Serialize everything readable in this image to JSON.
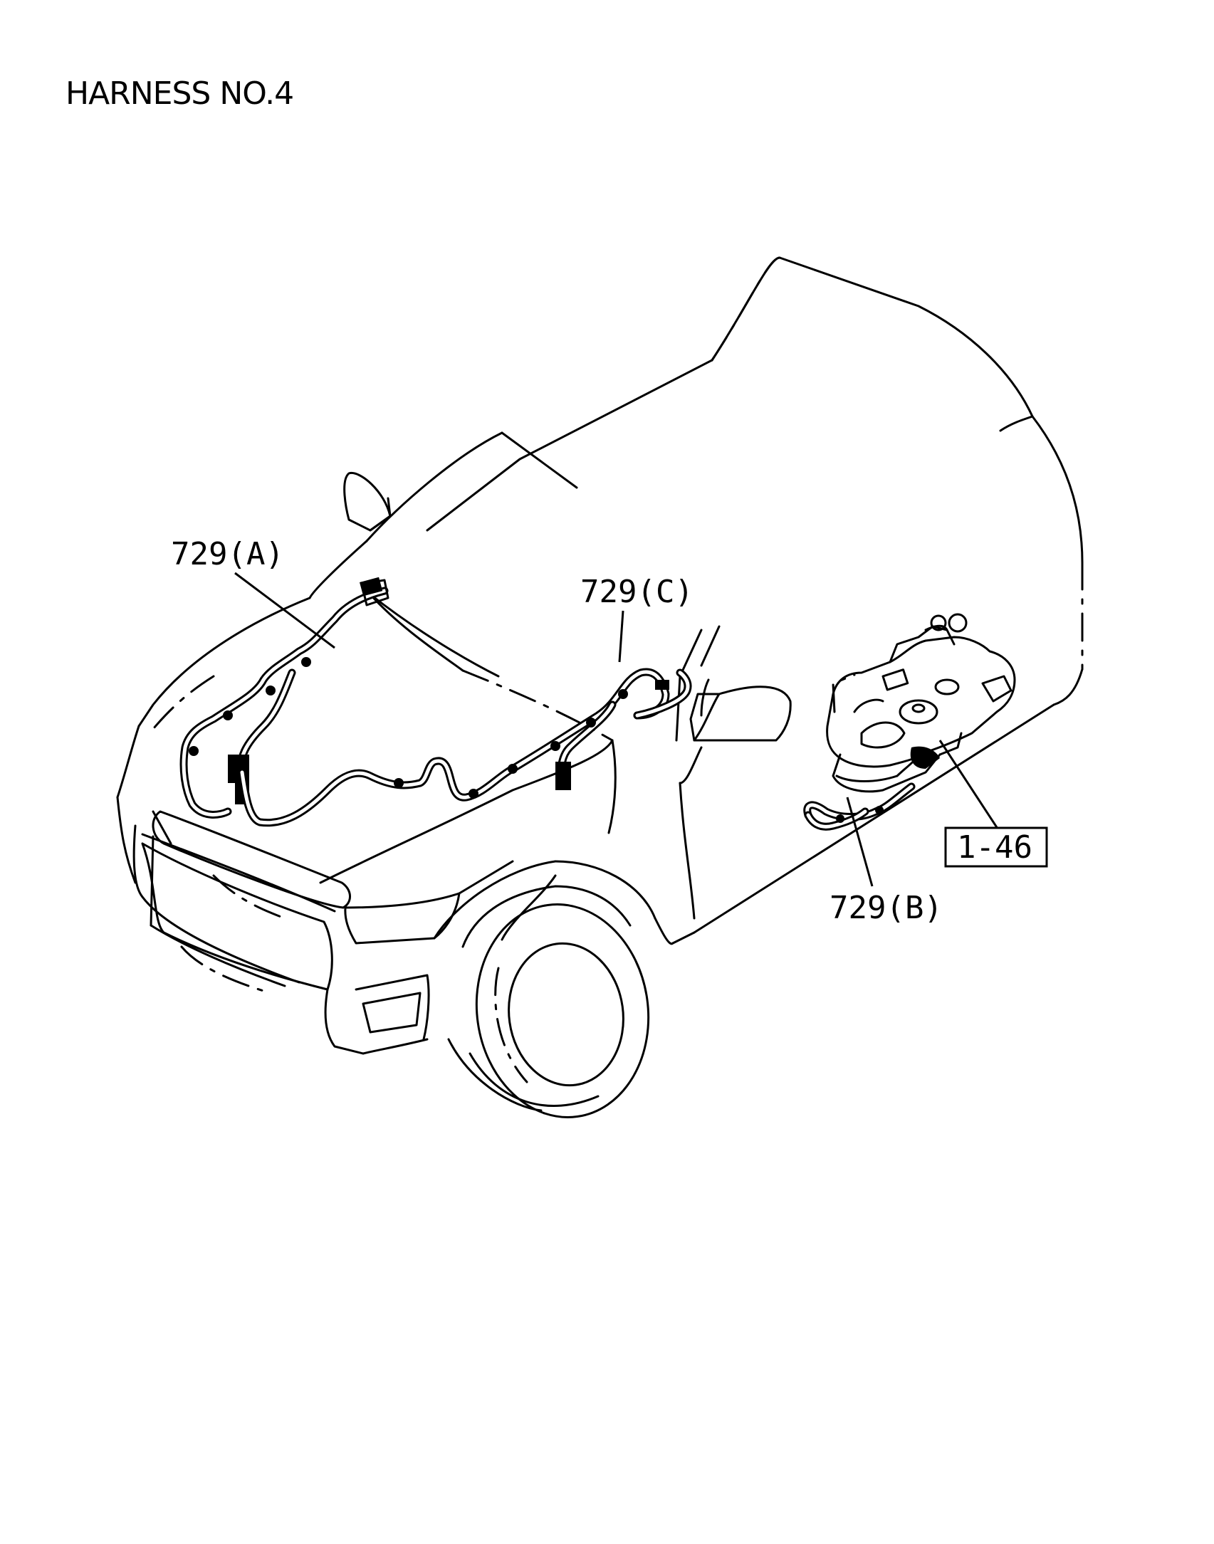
{
  "title": "HARNESS NO.4",
  "callouts": {
    "part_a": "729(A)",
    "part_b": "729(B)",
    "part_c": "729(C)",
    "ref": "1-46"
  }
}
